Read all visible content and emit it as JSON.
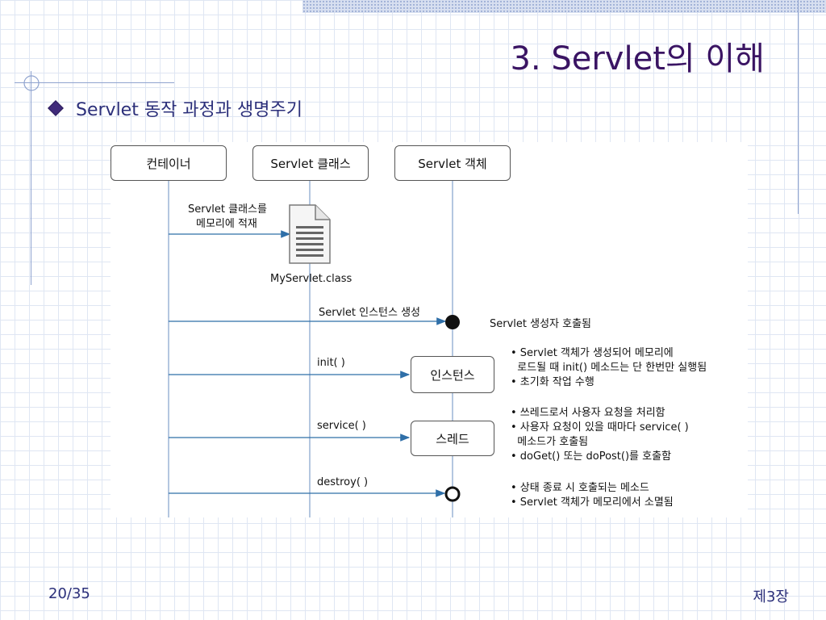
{
  "slide": {
    "title": "3. Servlet의 이해",
    "bullet": "Servlet 동작 과정과 생명주기",
    "page_number": "20/35",
    "chapter": "제3장"
  },
  "diagram": {
    "lifelines": {
      "container": "컨테이너",
      "servlet_class": "Servlet 클래스",
      "servlet_object": "Servlet 객체"
    },
    "load_message_line1": "Servlet 클래스를",
    "load_message_line2": "메모리에 적재",
    "class_file": "MyServlet.class",
    "create_message": "Servlet 인스턴스 생성",
    "constructor_note": "Servlet 생성자 호출됨",
    "init_message": "init( )",
    "instance_box": "인스턴스",
    "init_notes": [
      "• Servlet 객체가 생성되어 메모리에",
      "  로드될 때 init() 메소드는 단 한번만 실행됨",
      "• 초기화 작업 수행"
    ],
    "service_message": "service( )",
    "thread_box": "스레드",
    "service_notes": [
      "• 쓰레드로서 사용자 요청을 처리함",
      "• 사용자 요청이 있을 때마다 service( )",
      "  메소드가 호출됨",
      "• doGet() 또는 doPost()를 호출함"
    ],
    "destroy_message": "destroy( )",
    "destroy_notes": [
      "• 상태 종료 시 호출되는 메소드",
      "• Servlet 객체가 메모리에서 소멸됨"
    ]
  }
}
